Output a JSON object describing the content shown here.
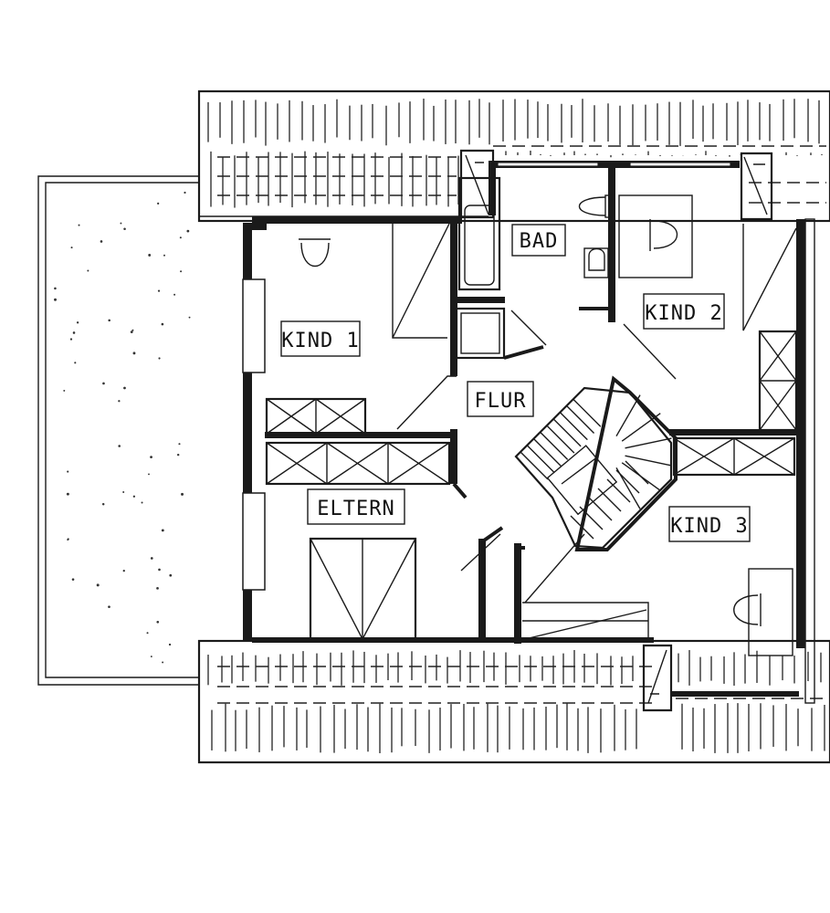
{
  "rooms": {
    "bad": "BAD",
    "kind1": "KIND 1",
    "kind2": "KIND 2",
    "kind3": "KIND 3",
    "flur": "FLUR",
    "eltern": "ELTERN"
  },
  "colors": {
    "ink": "#1a1a1a",
    "paper": "#ffffff"
  }
}
